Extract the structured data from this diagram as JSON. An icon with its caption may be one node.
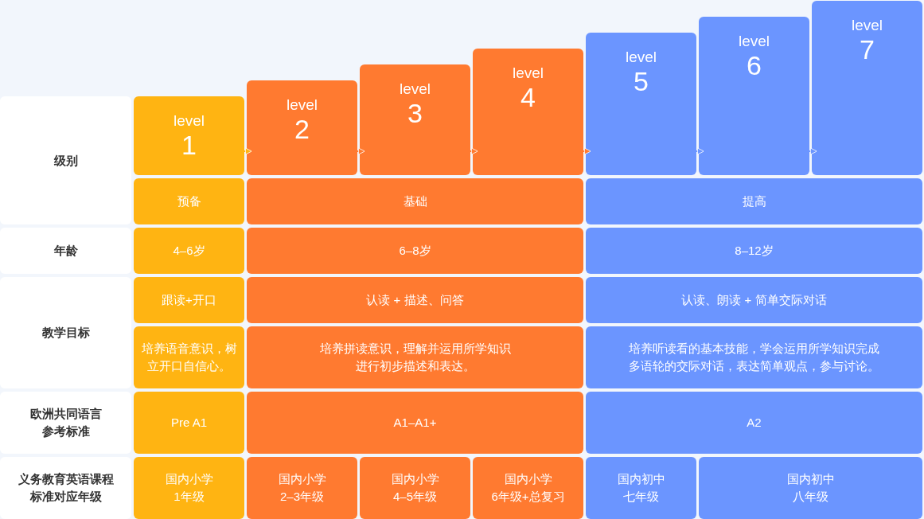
{
  "diagram": {
    "nodes": [
      {
        "text": [
          "级别"
        ]
      },
      {
        "text": [
          "level",
          "1"
        ]
      },
      {
        "text": [
          "level",
          "2"
        ]
      },
      {
        "text": [
          "level",
          "3"
        ]
      },
      {
        "text": [
          "level",
          "4"
        ]
      },
      {
        "text": [
          "level",
          "5"
        ]
      },
      {
        "text": [
          "level",
          "6"
        ]
      },
      {
        "text": [
          "level",
          "7"
        ]
      },
      {
        "text": [
          "预备"
        ]
      },
      {
        "text": [
          "基础"
        ]
      },
      {
        "text": [
          "提高"
        ]
      },
      {
        "text": [
          "年龄"
        ]
      },
      {
        "text": [
          "4–6岁"
        ]
      },
      {
        "text": [
          "6–8岁"
        ]
      },
      {
        "text": [
          "8–12岁"
        ]
      },
      {
        "text": [
          "教学目标"
        ]
      },
      {
        "text": [
          "跟读+开口"
        ]
      },
      {
        "text": [
          "认读 + 描述、问答"
        ]
      },
      {
        "text": [
          "认读、朗读 + 简单交际对话"
        ]
      },
      {
        "text": [
          "培养语音意识，树立开口自信心。"
        ]
      },
      {
        "text": [
          "培养拼读意识，理解并运用所学知识进行初步描述和表达。"
        ]
      },
      {
        "text": [
          "培养听读看的基本技能，学会运用所学知识完成多语轮的交际对话，表达简单观点，参与讨论。"
        ]
      },
      {
        "text": [
          "欧洲共同语言参考标准"
        ]
      },
      {
        "text": [
          "Pre A1"
        ]
      },
      {
        "text": [
          "A1–A1+"
        ]
      },
      {
        "text": [
          "A2"
        ]
      },
      {
        "text": [
          "义务教育英语课程标准对应年级"
        ]
      },
      {
        "text": [
          "国内小学",
          "1年级"
        ]
      },
      {
        "text": [
          "国内小学",
          "2–3年级"
        ]
      },
      {
        "text": [
          "国内小学",
          "4–5年级"
        ]
      },
      {
        "text": [
          "国内小学",
          "6年级+总复习"
        ]
      },
      {
        "text": [
          "国内初中",
          "七年级"
        ]
      },
      {
        "text": [
          "国内初中",
          "八年级"
        ]
      }
    ],
    "edges": [
      {
        "from": 1,
        "to": 2,
        "arrow": "to"
      },
      {
        "from": 2,
        "to": 3,
        "arrow": "to"
      },
      {
        "from": 3,
        "to": 4,
        "arrow": "to"
      },
      {
        "from": 4,
        "to": 5,
        "arrow": "to"
      },
      {
        "from": 5,
        "to": 6,
        "arrow": "to",
        "color": "#6b95ff"
      },
      {
        "from": 6,
        "to": 7,
        "arrow": "to",
        "color": "#6b95ff"
      }
    ]
  }
}
